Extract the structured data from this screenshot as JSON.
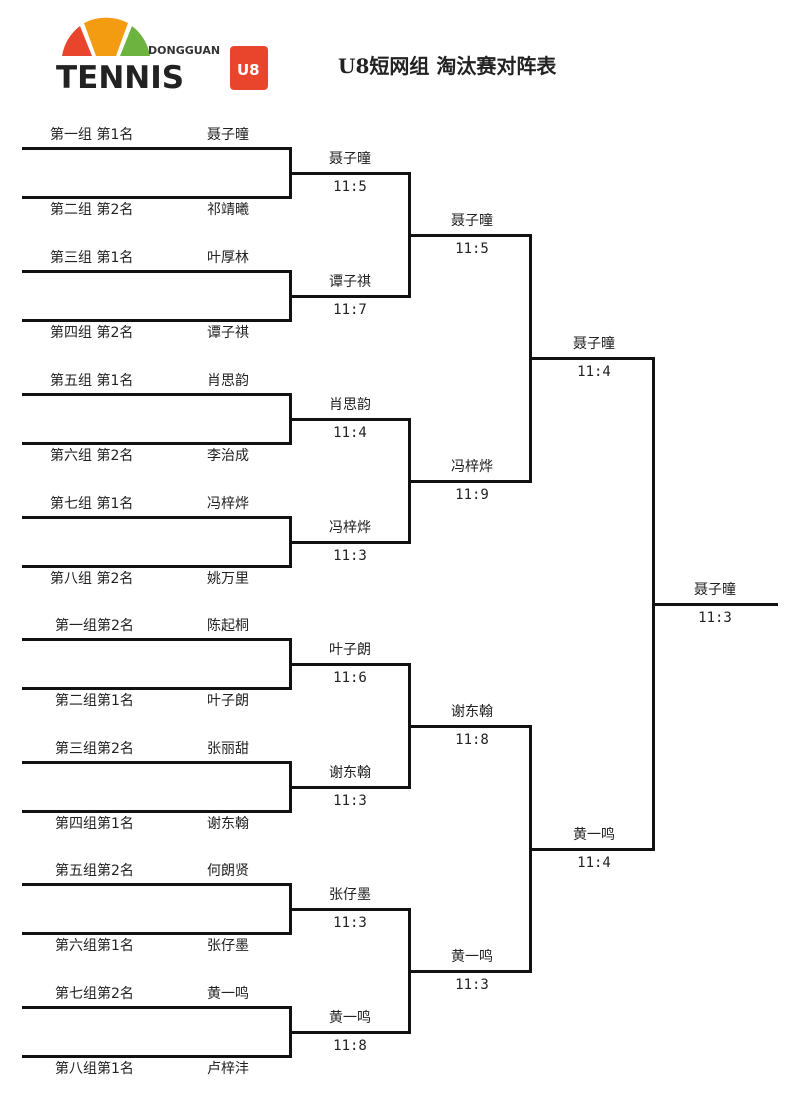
{
  "logo": {
    "small_text": "DONGGUAN",
    "main_text": "TENNIS",
    "badge": "U8",
    "colors": {
      "red": "#e8452c",
      "orange": "#f39c12",
      "green": "#6cb33f",
      "badge": "#e8452c",
      "text": "#222222"
    }
  },
  "title": "U8短网组  淘汰赛对阵表",
  "round1": [
    {
      "top": {
        "group": "第一组  第1名",
        "name": "聂子曈"
      },
      "bottom": {
        "group": "第二组  第2名",
        "name": "祁靖曦"
      }
    },
    {
      "top": {
        "group": "第三组  第1名",
        "name": "叶厚林"
      },
      "bottom": {
        "group": "第四组  第2名",
        "name": "谭子祺"
      }
    },
    {
      "top": {
        "group": "第五组  第1名",
        "name": "肖思韵"
      },
      "bottom": {
        "group": "第六组  第2名",
        "name": "李治成"
      }
    },
    {
      "top": {
        "group": "第七组  第1名",
        "name": "冯梓烨"
      },
      "bottom": {
        "group": "第八组  第2名",
        "name": "姚万里"
      }
    },
    {
      "top": {
        "group": "第一组第2名",
        "name": "陈起桐"
      },
      "bottom": {
        "group": "第二组第1名",
        "name": "叶子朗"
      }
    },
    {
      "top": {
        "group": "第三组第2名",
        "name": "张丽甜"
      },
      "bottom": {
        "group": "第四组第1名",
        "name": "谢东翰"
      }
    },
    {
      "top": {
        "group": "第五组第2名",
        "name": "何朗贤"
      },
      "bottom": {
        "group": "第六组第1名",
        "name": "张仔墨"
      }
    },
    {
      "top": {
        "group": "第七组第2名",
        "name": "黄一鸣"
      },
      "bottom": {
        "group": "第八组第1名",
        "name": "卢梓沣"
      }
    }
  ],
  "round2": [
    {
      "name": "聂子曈",
      "score": "11:5"
    },
    {
      "name": "谭子祺",
      "score": "11:7"
    },
    {
      "name": "肖思韵",
      "score": "11:4"
    },
    {
      "name": "冯梓烨",
      "score": "11:3"
    },
    {
      "name": "叶子朗",
      "score": "11:6"
    },
    {
      "name": "谢东翰",
      "score": "11:3"
    },
    {
      "name": "张仔墨",
      "score": "11:3"
    },
    {
      "name": "黄一鸣",
      "score": "11:8"
    }
  ],
  "round3": [
    {
      "name": "聂子曈",
      "score": "11:5"
    },
    {
      "name": "冯梓烨",
      "score": "11:9"
    },
    {
      "name": "谢东翰",
      "score": "11:8"
    },
    {
      "name": "黄一鸣",
      "score": "11:3"
    }
  ],
  "round4": [
    {
      "name": "聂子曈",
      "score": "11:4"
    },
    {
      "name": "黄一鸣",
      "score": "11:4"
    }
  ],
  "final": {
    "name": "聂子曈",
    "score": "11:3"
  }
}
